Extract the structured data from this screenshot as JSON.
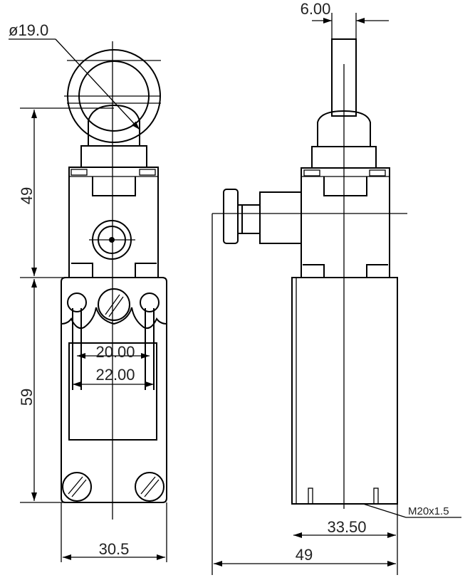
{
  "dimensions": {
    "roller_diameter": "ø19.0",
    "upper_height": "49",
    "lower_height": "59",
    "hole_spacing_inner": "20.00",
    "hole_spacing_outer": "22.00",
    "front_width": "30.5",
    "shaft_width": "6.00",
    "body_depth": "33.50",
    "total_depth": "49",
    "thread": "M20x1.5"
  }
}
